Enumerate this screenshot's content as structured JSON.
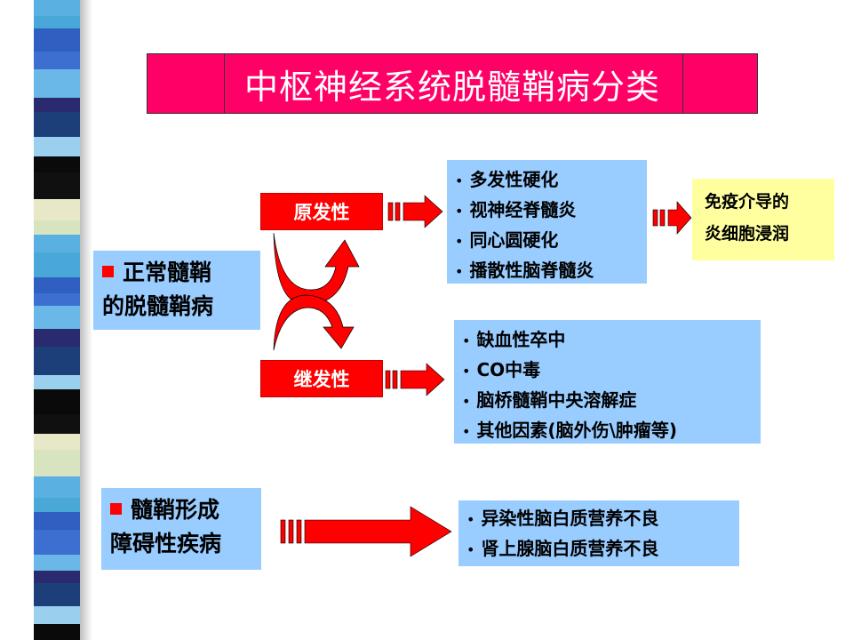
{
  "title": "中枢神经系统脱髓鞘病分类",
  "categories": [
    {
      "lines": [
        "正常髓鞘",
        "的脱髓鞘病"
      ]
    },
    {
      "lines": [
        "髓鞘形成",
        "障碍性疾病"
      ]
    }
  ],
  "labels": {
    "primary": "原发性",
    "secondary": "继发性"
  },
  "primary_items": [
    "多发性硬化",
    "视神经脊髓炎",
    "同心圆硬化",
    "播散性脑脊髓炎"
  ],
  "primary_note": [
    "免疫介导的",
    "炎细胞浸润"
  ],
  "secondary_items": [
    "缺血性卒中",
    "CO中毒",
    "脑桥髓鞘中央溶解症",
    "其他因素(脑外伤\\肿瘤等)"
  ],
  "dysmyelination_items": [
    "异染性脑白质营养不良",
    "肾上腺脑白质营养不良"
  ],
  "colors": {
    "title_bg": "#ff0066",
    "box_blue": "#99ccff",
    "label_red": "#ff0000",
    "note_yellow": "#ffffa0"
  }
}
